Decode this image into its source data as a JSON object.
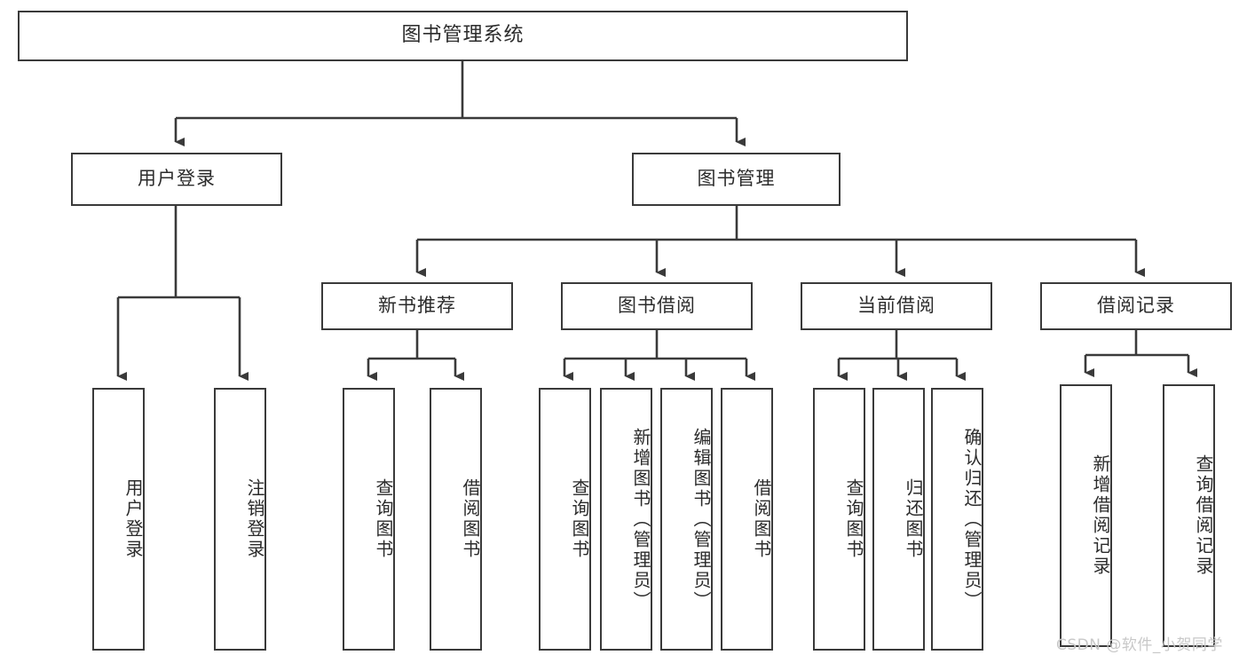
{
  "diagram": {
    "title": "图书管理系统",
    "type": "hierarchy-tree",
    "levels": 4,
    "root": {
      "label": "图书管理系统"
    },
    "level2": [
      {
        "label": "用户登录"
      },
      {
        "label": "图书管理"
      }
    ],
    "level3": [
      {
        "label": "新书推荐"
      },
      {
        "label": "图书借阅"
      },
      {
        "label": "当前借阅"
      },
      {
        "label": "借阅记录"
      }
    ],
    "leaves": {
      "user_login": [
        {
          "label": "用户登录"
        },
        {
          "label": "注销登录"
        }
      ],
      "new_book_recommend": [
        {
          "label": "查询图书"
        },
        {
          "label": "借阅图书"
        }
      ],
      "book_borrow": [
        {
          "label": "查询图书"
        },
        {
          "label": "新增图书（管理员）"
        },
        {
          "label": "编辑图书（管理员）"
        },
        {
          "label": "借阅图书"
        }
      ],
      "current_borrow": [
        {
          "label": "查询图书"
        },
        {
          "label": "归还图书"
        },
        {
          "label": "确认归还（管理员）"
        }
      ],
      "borrow_record": [
        {
          "label": "新增借阅记录"
        },
        {
          "label": "查询借阅记录"
        }
      ]
    }
  },
  "watermark": {
    "text": "CSDN @软件_小贺同学"
  },
  "colors": {
    "border": "#3a3a3a",
    "background": "#ffffff",
    "text": "#2b2b2b",
    "watermark": "#c8c8c8"
  }
}
